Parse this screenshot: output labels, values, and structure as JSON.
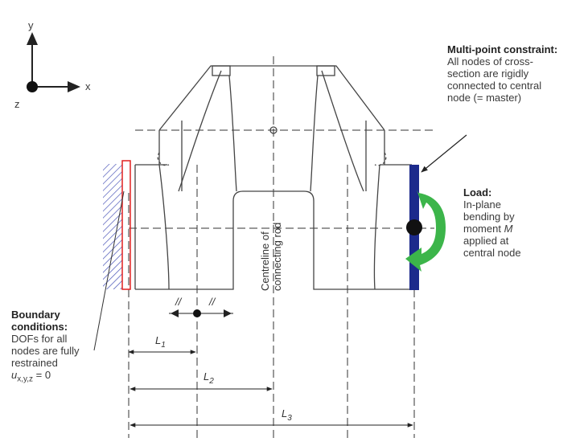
{
  "axes": {
    "y": "y",
    "x": "x",
    "z": "z"
  },
  "mpc": {
    "title": "Multi-point constraint:",
    "lines": [
      "All nodes of cross-",
      "section are rigidly",
      "connected to central",
      "node (= master)"
    ]
  },
  "load": {
    "title": "Load:",
    "line1": "In-plane",
    "line2": "bending by",
    "line3_prefix": "moment ",
    "line3_symbol": "M",
    "line4": "applied at",
    "line5": "central node"
  },
  "boundary": {
    "title1": "Boundary",
    "title2": "conditions:",
    "line1": "DOFs for all",
    "line2": "nodes are fully",
    "line3": "restrained",
    "formula_u": "u",
    "formula_sub": "x,y,z",
    "formula_rest": " = 0"
  },
  "centreline": {
    "line1": "Centreline of",
    "line2": "connecting rod"
  },
  "dimensions": {
    "l1": {
      "main": "L",
      "sub": "1"
    },
    "l2": {
      "main": "L",
      "sub": "2"
    },
    "l3": {
      "main": "L",
      "sub": "3"
    },
    "marks": [
      "//",
      "//"
    ]
  },
  "colors": {
    "mpc_bar": "#1c2a8c",
    "load_arrow": "#3cb54a",
    "boundary_box": "#e02020",
    "hatch": "#4a55b8"
  }
}
